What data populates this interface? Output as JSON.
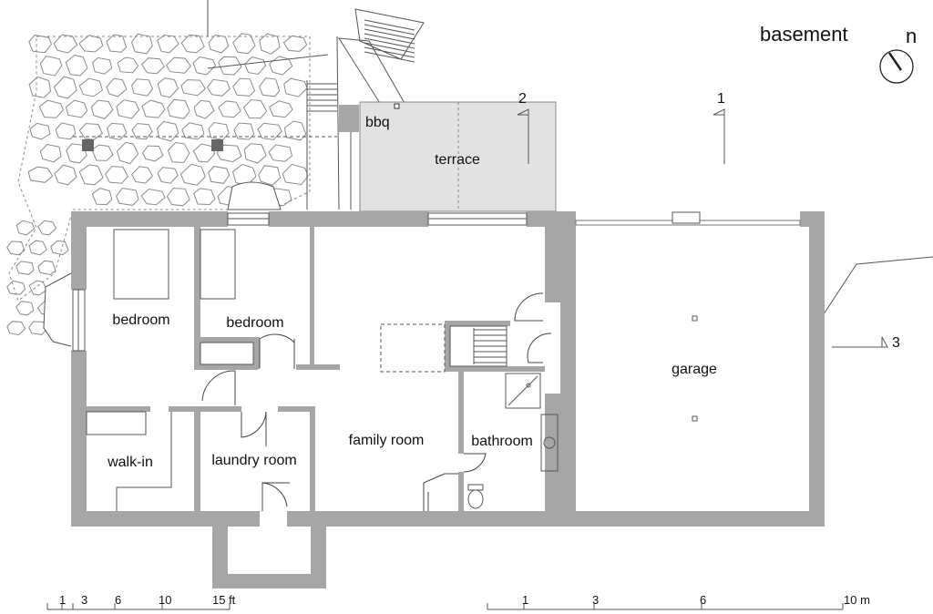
{
  "title": "basement",
  "north": "n",
  "rooms": {
    "bedroom_1": "bedroom",
    "bedroom_2": "bedroom",
    "walk_in": "walk-in",
    "laundry": "laundry room",
    "family": "family room",
    "bathroom": "bathroom",
    "garage": "garage",
    "terrace": "terrace",
    "bbq": "bbq"
  },
  "section_markers": [
    "1",
    "2",
    "3"
  ],
  "scale_ft": [
    "1",
    "3",
    "6",
    "10",
    "15 ft"
  ],
  "scale_m": [
    "1",
    "3",
    "6",
    "10 m"
  ]
}
